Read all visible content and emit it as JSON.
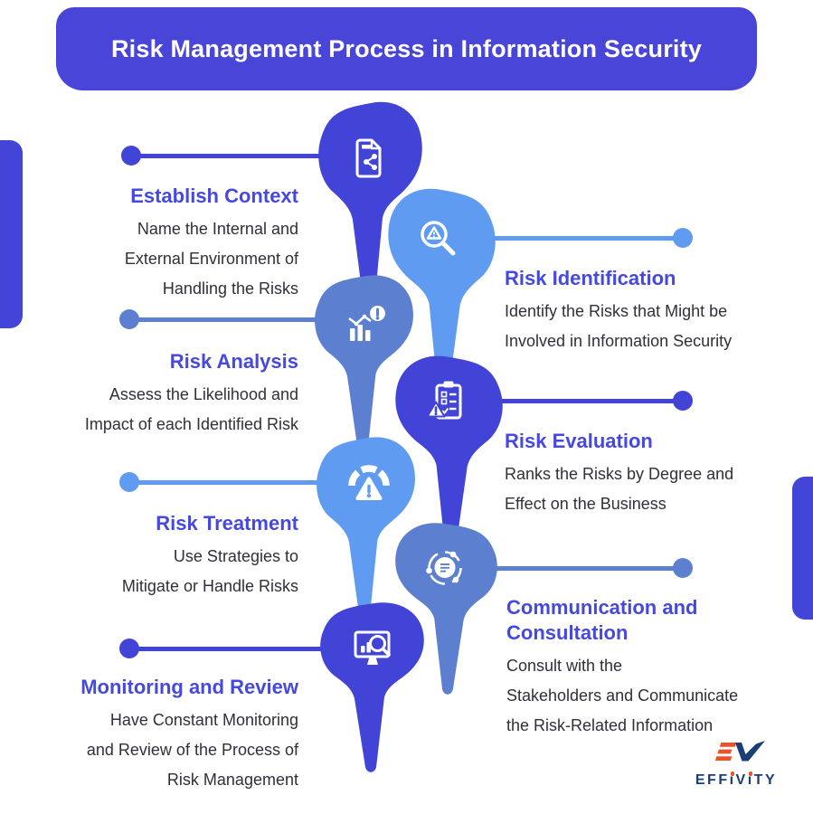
{
  "banner": {
    "title": "Risk Management Process in Information Security"
  },
  "steps": [
    {
      "title": "Establish Context",
      "body": [
        "Name the Internal and",
        "External Environment of",
        "Handling the Risks"
      ],
      "side": "left",
      "accent": "indigo",
      "icon": "document-share-icon"
    },
    {
      "title": "Risk Identification",
      "body": [
        "Identify the Risks that Might be",
        "Involved in Information Security"
      ],
      "side": "right",
      "accent": "light-blue",
      "icon": "magnifier-warning-icon"
    },
    {
      "title": "Risk Analysis",
      "body": [
        "Assess the Likelihood and",
        "Impact of each Identified Risk"
      ],
      "side": "left",
      "accent": "slate-blue",
      "icon": "chart-warning-icon"
    },
    {
      "title": "Risk Evaluation",
      "body": [
        "Ranks the Risks by Degree and",
        "Effect on the Business"
      ],
      "side": "right",
      "accent": "indigo",
      "icon": "clipboard-checklist-warning-icon"
    },
    {
      "title": "Risk Treatment",
      "body": [
        "Use Strategies to",
        "Mitigate or Handle Risks"
      ],
      "side": "left",
      "accent": "light-blue",
      "icon": "gauge-warning-icon"
    },
    {
      "title": "Communication and Consultation",
      "body": [
        "Consult with the",
        "Stakeholders and Communicate",
        "the Risk-Related Information"
      ],
      "side": "right",
      "accent": "slate-blue",
      "icon": "communication-icon"
    },
    {
      "title": "Monitoring and Review",
      "body": [
        "Have Constant Monitoring",
        "and Review of the Process of",
        "Risk Management"
      ],
      "side": "left",
      "accent": "indigo",
      "icon": "monitor-review-icon"
    }
  ],
  "logo": {
    "mark": "EV",
    "text_segments": [
      "EFF",
      "ı",
      "V",
      "ı",
      "TY"
    ],
    "name": "EFFIVITY"
  },
  "colors": {
    "primary_indigo": "#4A45D9",
    "blob_indigo": "#4144D7",
    "blob_light_blue": "#5F9CF1",
    "blob_slate_blue": "#5C7FD0",
    "heading_indigo": "#4549E0",
    "body_text": "#2F3039",
    "logo_navy": "#1A3E75",
    "logo_orange": "#E8532A"
  }
}
